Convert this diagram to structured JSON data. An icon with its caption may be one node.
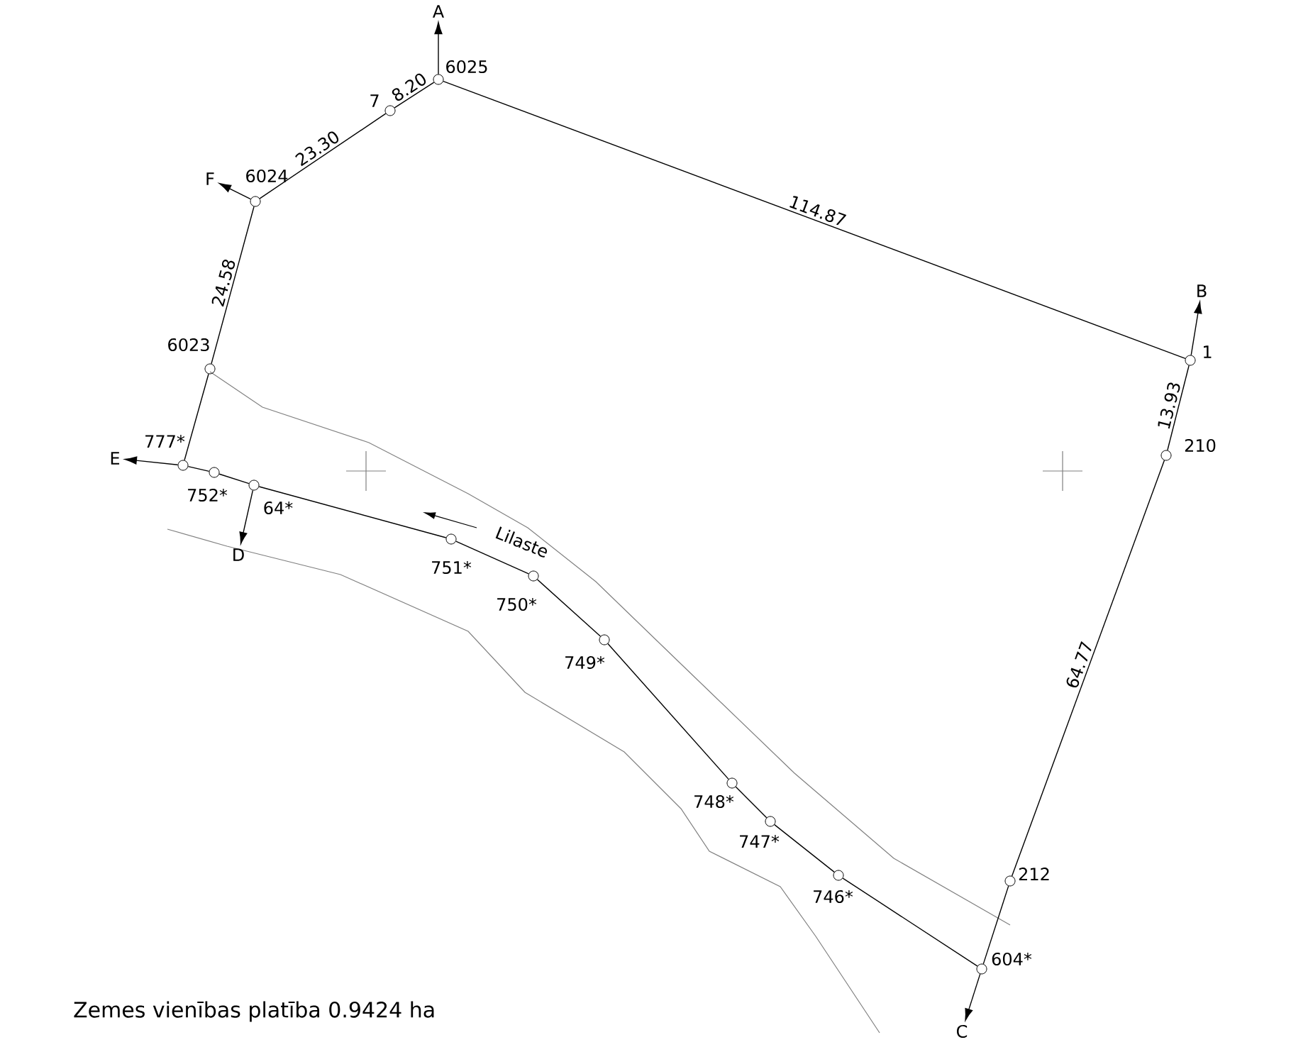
{
  "diagram": {
    "caption": "Zemes vienības platība 0.9424 ha",
    "nodes": [
      {
        "text": [
          "6025"
        ]
      },
      {
        "text": [
          "7"
        ]
      },
      {
        "text": [
          "6024"
        ]
      },
      {
        "text": [
          "6023"
        ]
      },
      {
        "text": [
          "777*"
        ]
      },
      {
        "text": [
          "752*"
        ]
      },
      {
        "text": [
          "64*"
        ]
      },
      {
        "text": [
          "751*"
        ]
      },
      {
        "text": [
          "750*"
        ]
      },
      {
        "text": [
          "749*"
        ]
      },
      {
        "text": [
          "748*"
        ]
      },
      {
        "text": [
          "747*"
        ]
      },
      {
        "text": [
          "746*"
        ]
      },
      {
        "text": [
          "604*"
        ]
      },
      {
        "text": [
          "212"
        ]
      },
      {
        "text": [
          "210"
        ]
      },
      {
        "text": [
          "1"
        ]
      },
      {
        "text": [
          "A"
        ]
      },
      {
        "text": [
          "B"
        ]
      },
      {
        "text": [
          "C"
        ]
      },
      {
        "text": [
          "D"
        ]
      },
      {
        "text": [
          "E"
        ]
      },
      {
        "text": [
          "F"
        ]
      }
    ],
    "edges": [
      {
        "from": 0,
        "to": 1,
        "arrow": "none",
        "label": "8.20"
      },
      {
        "from": 1,
        "to": 2,
        "arrow": "none",
        "label": "23.30"
      },
      {
        "from": 2,
        "to": 3,
        "arrow": "none",
        "label": "24.58"
      },
      {
        "from": 3,
        "to": 4,
        "arrow": "none"
      },
      {
        "from": 4,
        "to": 5,
        "arrow": "none"
      },
      {
        "from": 5,
        "to": 6,
        "arrow": "none"
      },
      {
        "from": 6,
        "to": 7,
        "arrow": "none"
      },
      {
        "from": 7,
        "to": 8,
        "arrow": "none"
      },
      {
        "from": 8,
        "to": 9,
        "arrow": "none"
      },
      {
        "from": 9,
        "to": 10,
        "arrow": "none"
      },
      {
        "from": 10,
        "to": 11,
        "arrow": "none"
      },
      {
        "from": 11,
        "to": 12,
        "arrow": "none"
      },
      {
        "from": 12,
        "to": 13,
        "arrow": "none"
      },
      {
        "from": 13,
        "to": 14,
        "arrow": "none"
      },
      {
        "from": 14,
        "to": 15,
        "arrow": "none",
        "label": "64.77"
      },
      {
        "from": 15,
        "to": 16,
        "arrow": "none",
        "label": "13.93"
      },
      {
        "from": 16,
        "to": 0,
        "arrow": "none",
        "label": "114.87"
      },
      {
        "from": 0,
        "to": 17,
        "arrow": "to"
      },
      {
        "from": 16,
        "to": 18,
        "arrow": "to"
      },
      {
        "from": 13,
        "to": 19,
        "arrow": "to"
      },
      {
        "from": 6,
        "to": 20,
        "arrow": "to"
      },
      {
        "from": 4,
        "to": 21,
        "arrow": "to"
      },
      {
        "from": 2,
        "to": 22,
        "arrow": "to"
      }
    ],
    "labels": [
      "Lilaste"
    ]
  }
}
